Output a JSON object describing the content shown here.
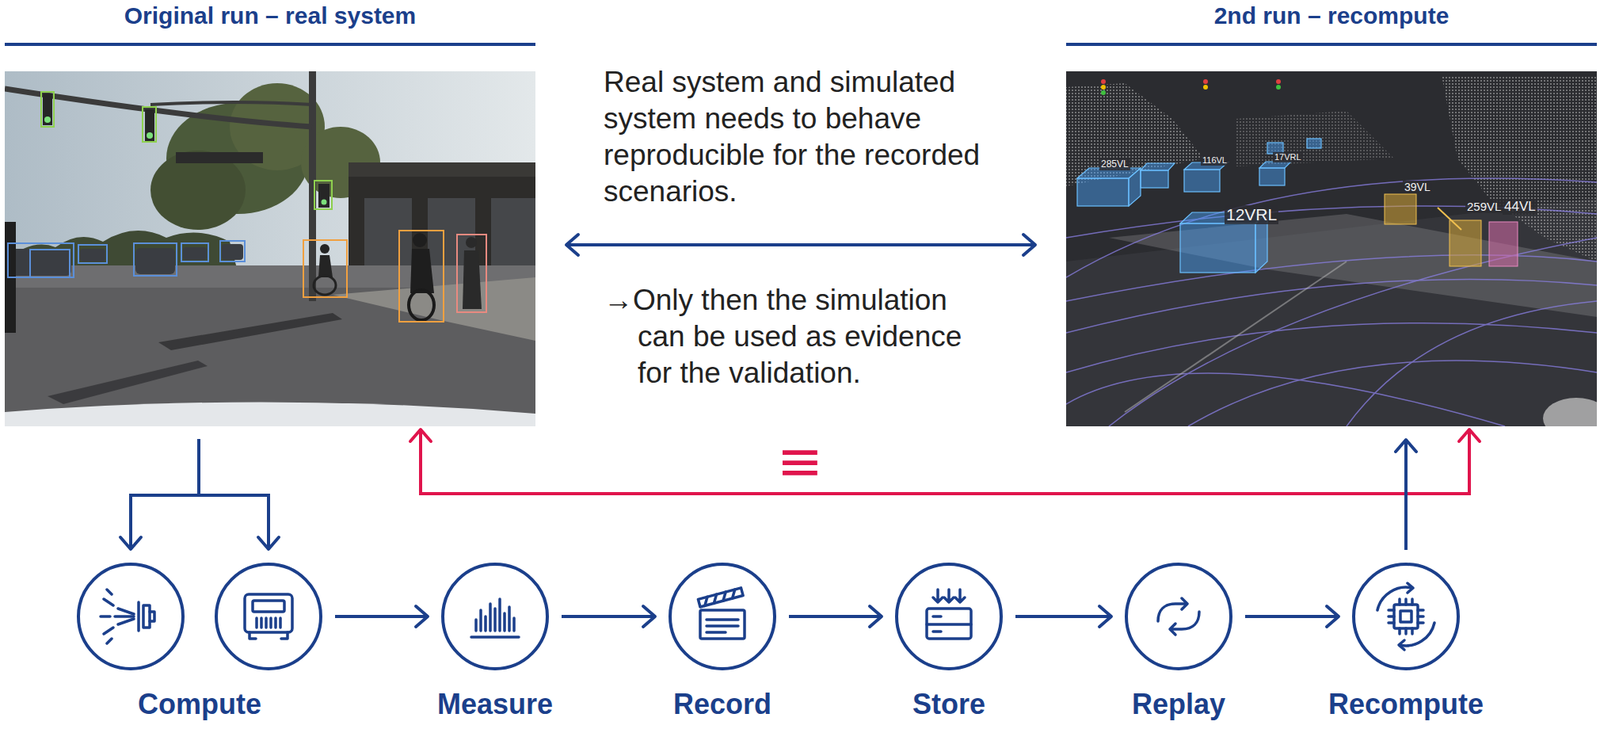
{
  "diagram": {
    "nodes": [
      {
        "text": [
          "Original run – real system"
        ]
      },
      {
        "text": [
          "2nd run – recompute"
        ]
      },
      {
        "text": [
          "Compute"
        ]
      },
      {
        "text": [
          "Measure"
        ]
      },
      {
        "text": [
          "Record"
        ]
      },
      {
        "text": [
          "Store"
        ]
      },
      {
        "text": [
          "Replay"
        ]
      },
      {
        "text": [
          "Recompute"
        ]
      }
    ],
    "edges": [
      {
        "from": 0,
        "to": 1,
        "arrow": "both"
      },
      {
        "from": 0,
        "to": 1,
        "arrow": "both",
        "label": "≡"
      },
      {
        "from": 0,
        "to": 2,
        "arrow": "to"
      },
      {
        "from": 2,
        "to": 3,
        "arrow": "to"
      },
      {
        "from": 3,
        "to": 4,
        "arrow": "to"
      },
      {
        "from": 4,
        "to": 5,
        "arrow": "to"
      },
      {
        "from": 5,
        "to": 6,
        "arrow": "to"
      },
      {
        "from": 6,
        "to": 7,
        "arrow": "to"
      },
      {
        "from": 7,
        "to": 1,
        "arrow": "to"
      }
    ],
    "labels": [
      "Real system and simulated system needs to behave reproducible for the recorded scenarios.",
      "→Only then the simulation can be used as evidence for the validation.",
      "285VL",
      "116VL",
      "17VRL",
      "12VRL",
      "39VL",
      "259VL",
      "44VL"
    ]
  }
}
